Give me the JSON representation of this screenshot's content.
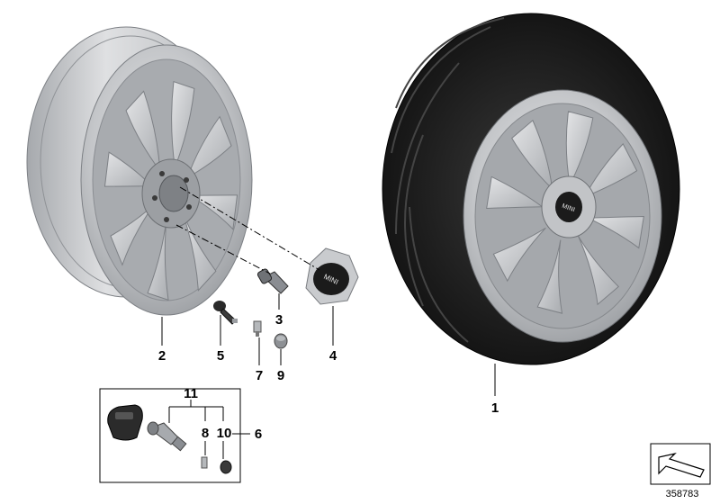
{
  "callouts": {
    "c1": "1",
    "c2": "2",
    "c3": "3",
    "c4": "4",
    "c5": "5",
    "c6": "6",
    "c7": "7",
    "c8": "8",
    "c9": "9",
    "c10": "10",
    "c11": "11"
  },
  "hubcap_logo": "MINI",
  "document_number": "358783",
  "colors": {
    "rim_light": "#d4d6d9",
    "rim_mid": "#b3b6ba",
    "rim_dark": "#8a8d92",
    "tire": "#1a1a1a",
    "line": "#000000"
  }
}
